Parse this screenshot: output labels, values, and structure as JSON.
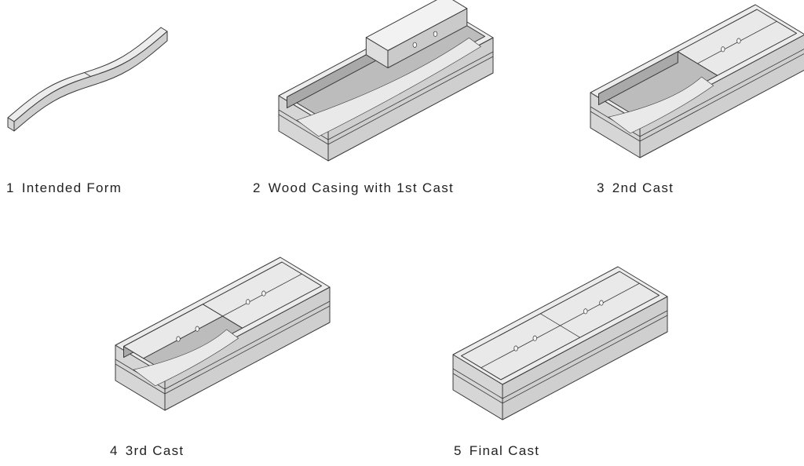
{
  "steps": [
    {
      "number": "1",
      "title": "Intended Form",
      "stage": 1
    },
    {
      "number": "2",
      "title": "Wood Casing with 1st Cast",
      "stage": 2
    },
    {
      "number": "3",
      "title": "2nd Cast",
      "stage": 3
    },
    {
      "number": "4",
      "title": "3rd Cast",
      "stage": 4
    },
    {
      "number": "5",
      "title": "Final Cast",
      "stage": 5
    }
  ],
  "colors": {
    "outline": "#3a3a3a",
    "top": "#ececec",
    "side": "#d6d6d6",
    "front": "#cfcfcf",
    "interior": "#bcbcbc",
    "cast": "#e9e9e9"
  }
}
